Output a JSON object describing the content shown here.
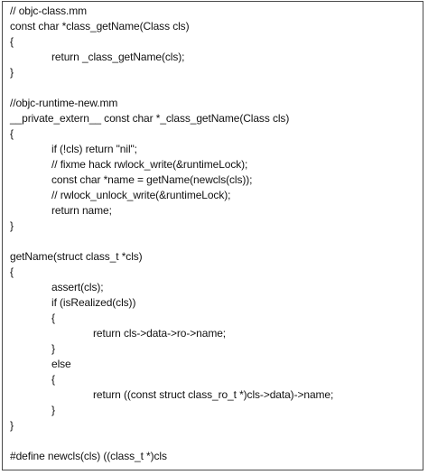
{
  "document": {
    "lines": [
      "// objc-class.mm",
      "const char *class_getName(Class cls)",
      "{",
      "return _class_getName(cls);",
      "}",
      "",
      "//objc-runtime-new.mm",
      "__private_extern__ const char *_class_getName(Class cls)",
      "{",
      "if (!cls) return \"nil\";",
      "// fixme hack rwlock_write(&runtimeLock);",
      "const char *name = getName(newcls(cls));",
      "// rwlock_unlock_write(&runtimeLock);",
      "return name;",
      "}",
      "",
      "getName(struct class_t *cls)",
      "{",
      "assert(cls);",
      "if (isRealized(cls))",
      "{",
      "return cls->data->ro->name;",
      "}",
      "else",
      "{",
      "return ((const struct class_ro_t *)cls->data)->name;",
      "}",
      "}",
      "",
      "#define newcls(cls) ((class_t *)cls"
    ]
  }
}
